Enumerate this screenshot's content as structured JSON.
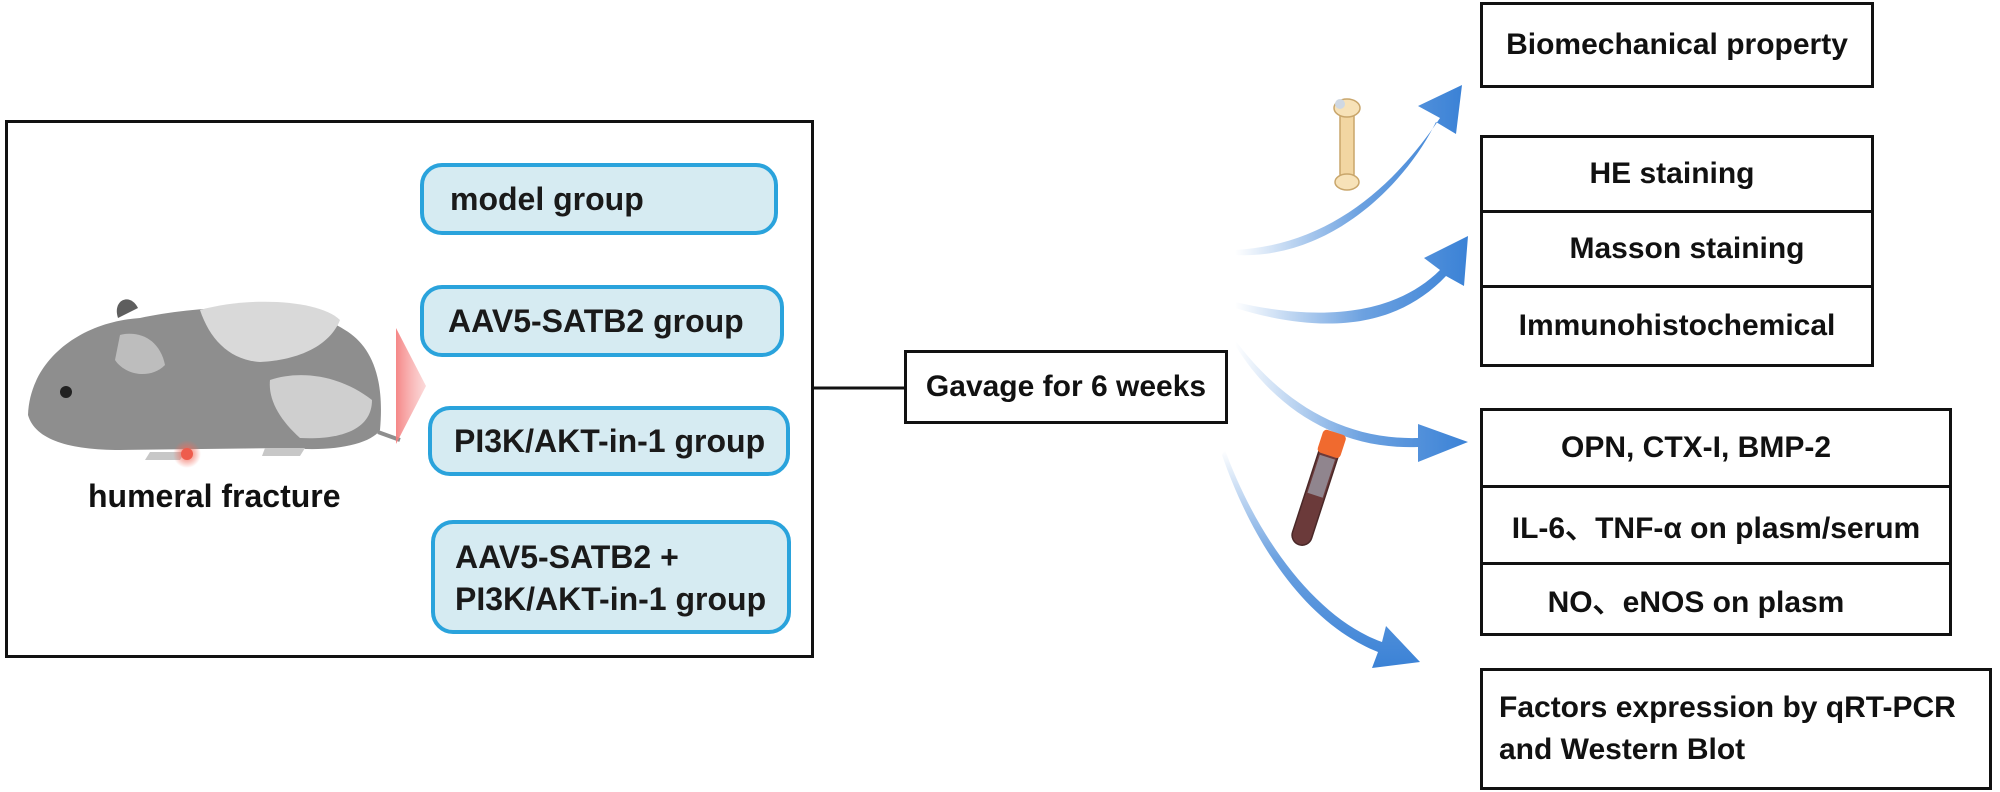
{
  "model_panel": {
    "caption": "humeral fracture",
    "groups": [
      "model group",
      "AAV5-SATB2 group",
      "PI3K/AKT-in-1 group",
      "AAV5-SATB2 +\nPI3K/AKT-in-1 group"
    ]
  },
  "treatment": {
    "label": "Gavage for 6 weeks"
  },
  "outcomes": {
    "biomechanical": "Biomechanical property",
    "histology": [
      "HE staining",
      "Masson staining",
      "Immunohistochemical"
    ],
    "serum": [
      "OPN, CTX-I, BMP-2",
      "IL-6、TNF-α on plasm/serum",
      "NO、eNOS on plasm"
    ],
    "molecular": "Factors expression by qRT-PCR\nand Western Blot"
  },
  "colors": {
    "pill_fill": "#d6ebf2",
    "pill_border": "#2aa3dc",
    "arrow": "#3b82d6"
  }
}
